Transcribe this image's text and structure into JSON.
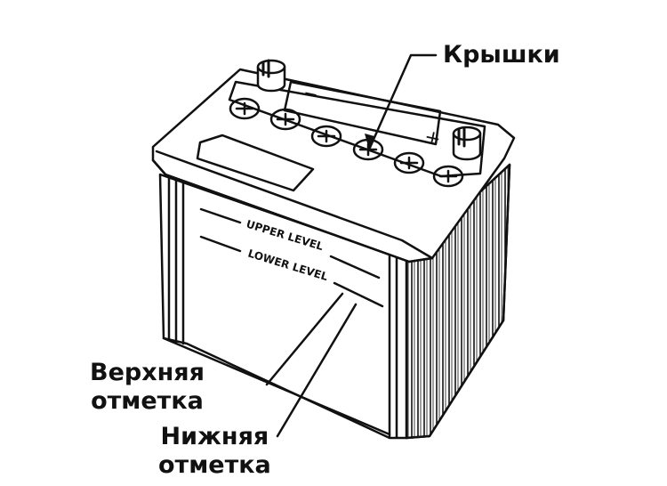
{
  "callouts": {
    "caps": "Крышки",
    "upper_mark_line1": "Верхняя",
    "upper_mark_line2": "отметка",
    "lower_mark_line1": "Нижняя",
    "lower_mark_line2": "отметка"
  },
  "battery": {
    "upper_level_text": "UPPER LEVEL",
    "lower_level_text": "LOWER LEVEL",
    "negative_sign": "−",
    "positive_sign": "+"
  },
  "colors": {
    "ink": "#111111",
    "paper": "#ffffff"
  }
}
